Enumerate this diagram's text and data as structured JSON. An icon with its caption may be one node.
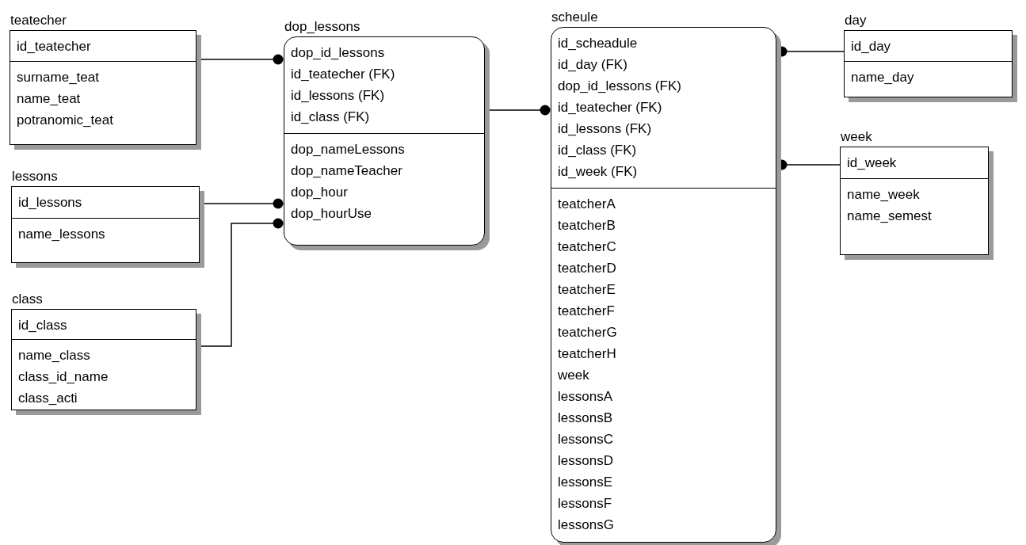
{
  "diagram": {
    "nodes": [
      {
        "text": [
          "teatecher",
          "id_teatecher",
          "surname_teat",
          "name_teat",
          "potranomic_teat"
        ]
      },
      {
        "text": [
          "lessons",
          "id_lessons",
          "name_lessons"
        ]
      },
      {
        "text": [
          "class",
          "id_class",
          "name_class",
          "class_id_name",
          "class_acti"
        ]
      },
      {
        "text": [
          "dop_lessons",
          "dop_id_lessons",
          "id_teatecher (FK)",
          "id_lessons (FK)",
          "id_class (FK)",
          "dop_nameLessons",
          "dop_nameTeacher",
          "dop_hour",
          "dop_hourUse"
        ]
      },
      {
        "text": [
          "scheule",
          "id_scheadule",
          "id_day (FK)",
          "dop_id_lessons (FK)",
          "id_teatecher (FK)",
          "id_lessons (FK)",
          "id_class (FK)",
          "id_week (FK)",
          "teatcherA",
          "teatcherB",
          "teatcherC",
          "teatcherD",
          "teatcherE",
          "teatcherF",
          "teatcherG",
          "teatcherH",
          "week",
          "lessonsA",
          "lessonsB",
          "lessonsC",
          "lessonsD",
          "lessonsE",
          "lessonsF",
          "lessonsG"
        ]
      },
      {
        "text": [
          "day",
          "id_day",
          "name_day"
        ]
      },
      {
        "text": [
          "week",
          "id_week",
          "name_week",
          "name_semest"
        ]
      }
    ],
    "edges": [
      {
        "from": 0,
        "to": 3,
        "arrow": "other"
      },
      {
        "from": 1,
        "to": 3,
        "arrow": "other"
      },
      {
        "from": 2,
        "to": 3,
        "arrow": "other"
      },
      {
        "from": 3,
        "to": 4,
        "arrow": "other"
      },
      {
        "from": 5,
        "to": 4,
        "arrow": "other"
      },
      {
        "from": 6,
        "to": 4,
        "arrow": "other"
      }
    ]
  }
}
